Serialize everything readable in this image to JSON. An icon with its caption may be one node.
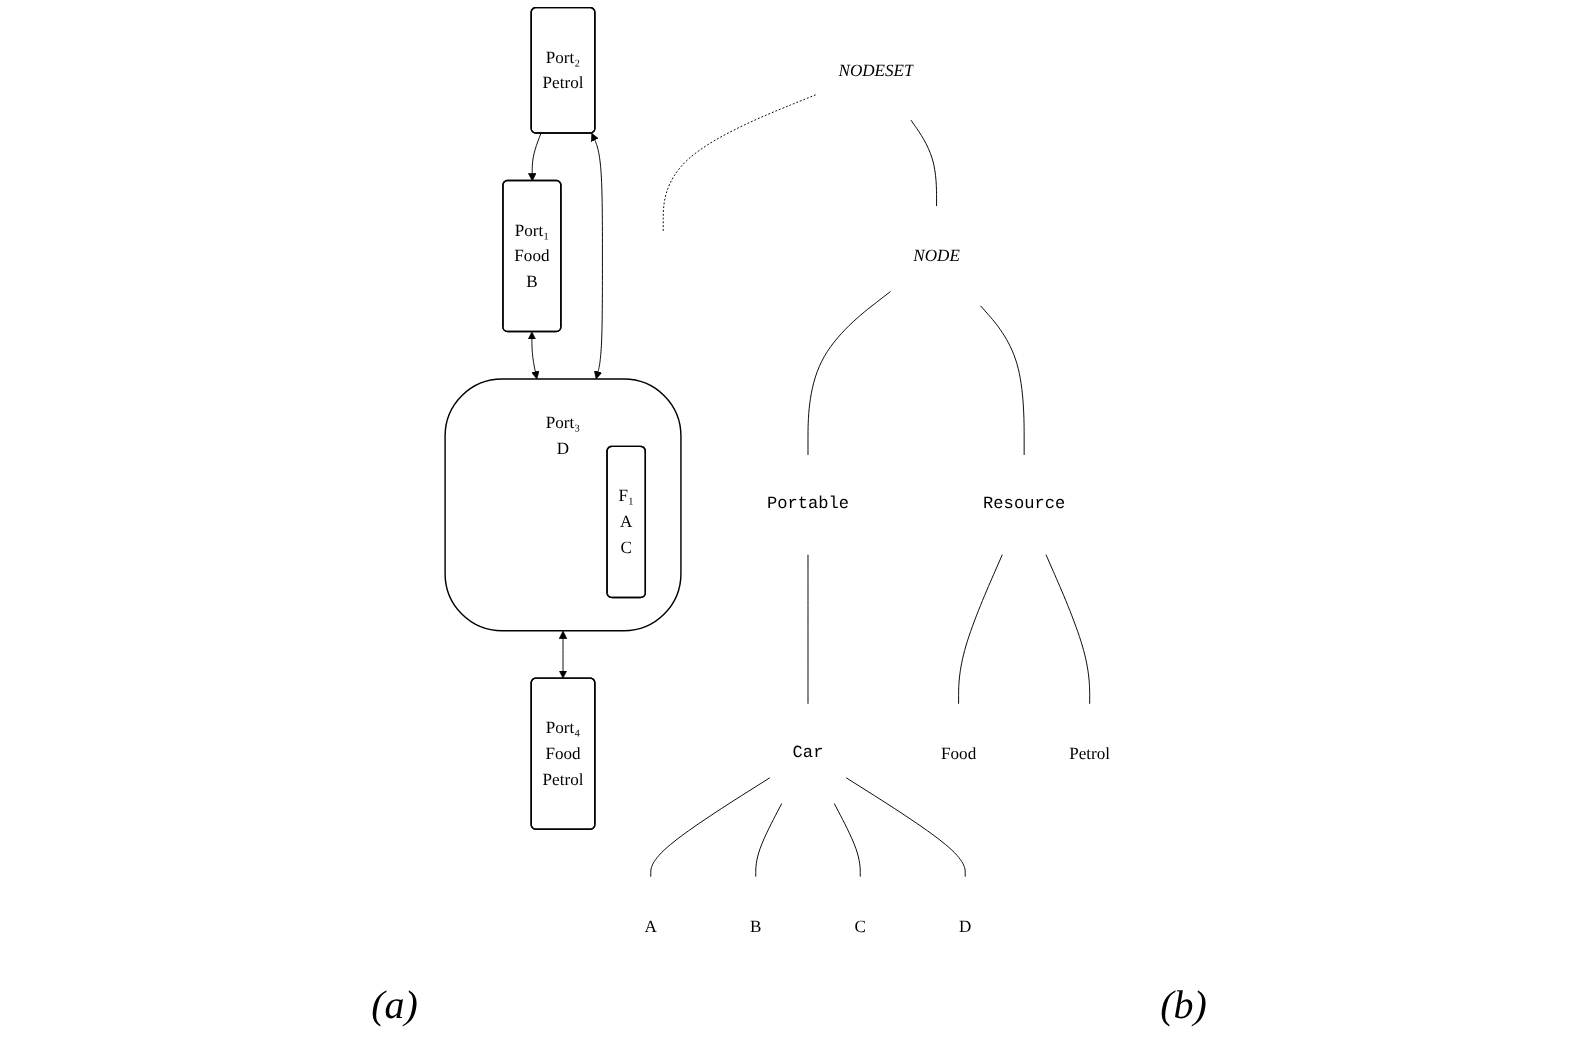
{
  "diagram": {
    "nodes": [
      {
        "text": [
          "Port₁",
          "Food",
          "B"
        ]
      },
      {
        "text": [
          "Port₂",
          "Petrol"
        ]
      },
      {
        "text": [
          "Port₃",
          "D"
        ]
      },
      {
        "text": [
          "F₁",
          "A",
          "C"
        ],
        "in": 2
      },
      {
        "text": [
          "Port₄",
          "Food",
          "Petrol"
        ]
      },
      {
        "text": [
          "NODESET"
        ]
      },
      {
        "text": [
          "NODE"
        ]
      },
      {
        "text": [
          "Portable"
        ]
      },
      {
        "text": [
          "Resource"
        ]
      },
      {
        "text": [
          "Car"
        ]
      },
      {
        "text": [
          "A"
        ]
      },
      {
        "text": [
          "B"
        ]
      },
      {
        "text": [
          "C"
        ]
      },
      {
        "text": [
          "D"
        ]
      },
      {
        "text": [
          "Food"
        ]
      },
      {
        "text": [
          "Petrol"
        ]
      }
    ],
    "edges": [
      {
        "from": 1,
        "to": 0,
        "arrow": "to"
      },
      {
        "from": 0,
        "to": 2,
        "arrow": "both"
      },
      {
        "from": 1,
        "to": 2,
        "arrow": "both"
      },
      {
        "from": 2,
        "to": 4,
        "arrow": "both"
      },
      {
        "from": 5,
        "to": 6,
        "arrow": "none"
      },
      {
        "from": 5,
        "to": null,
        "arrow": "none",
        "style": "dashed"
      },
      {
        "from": 6,
        "to": 7,
        "arrow": "none"
      },
      {
        "from": 6,
        "to": 8,
        "arrow": "none"
      },
      {
        "from": 7,
        "to": 9,
        "arrow": "none"
      },
      {
        "from": 9,
        "to": 10,
        "arrow": "none"
      },
      {
        "from": 9,
        "to": 11,
        "arrow": "none"
      },
      {
        "from": 9,
        "to": 12,
        "arrow": "none"
      },
      {
        "from": 9,
        "to": 13,
        "arrow": "none"
      },
      {
        "from": 8,
        "to": 14,
        "arrow": "none"
      },
      {
        "from": 8,
        "to": 15,
        "arrow": "none"
      }
    ],
    "labels": [
      "(a)",
      "(b)"
    ]
  }
}
